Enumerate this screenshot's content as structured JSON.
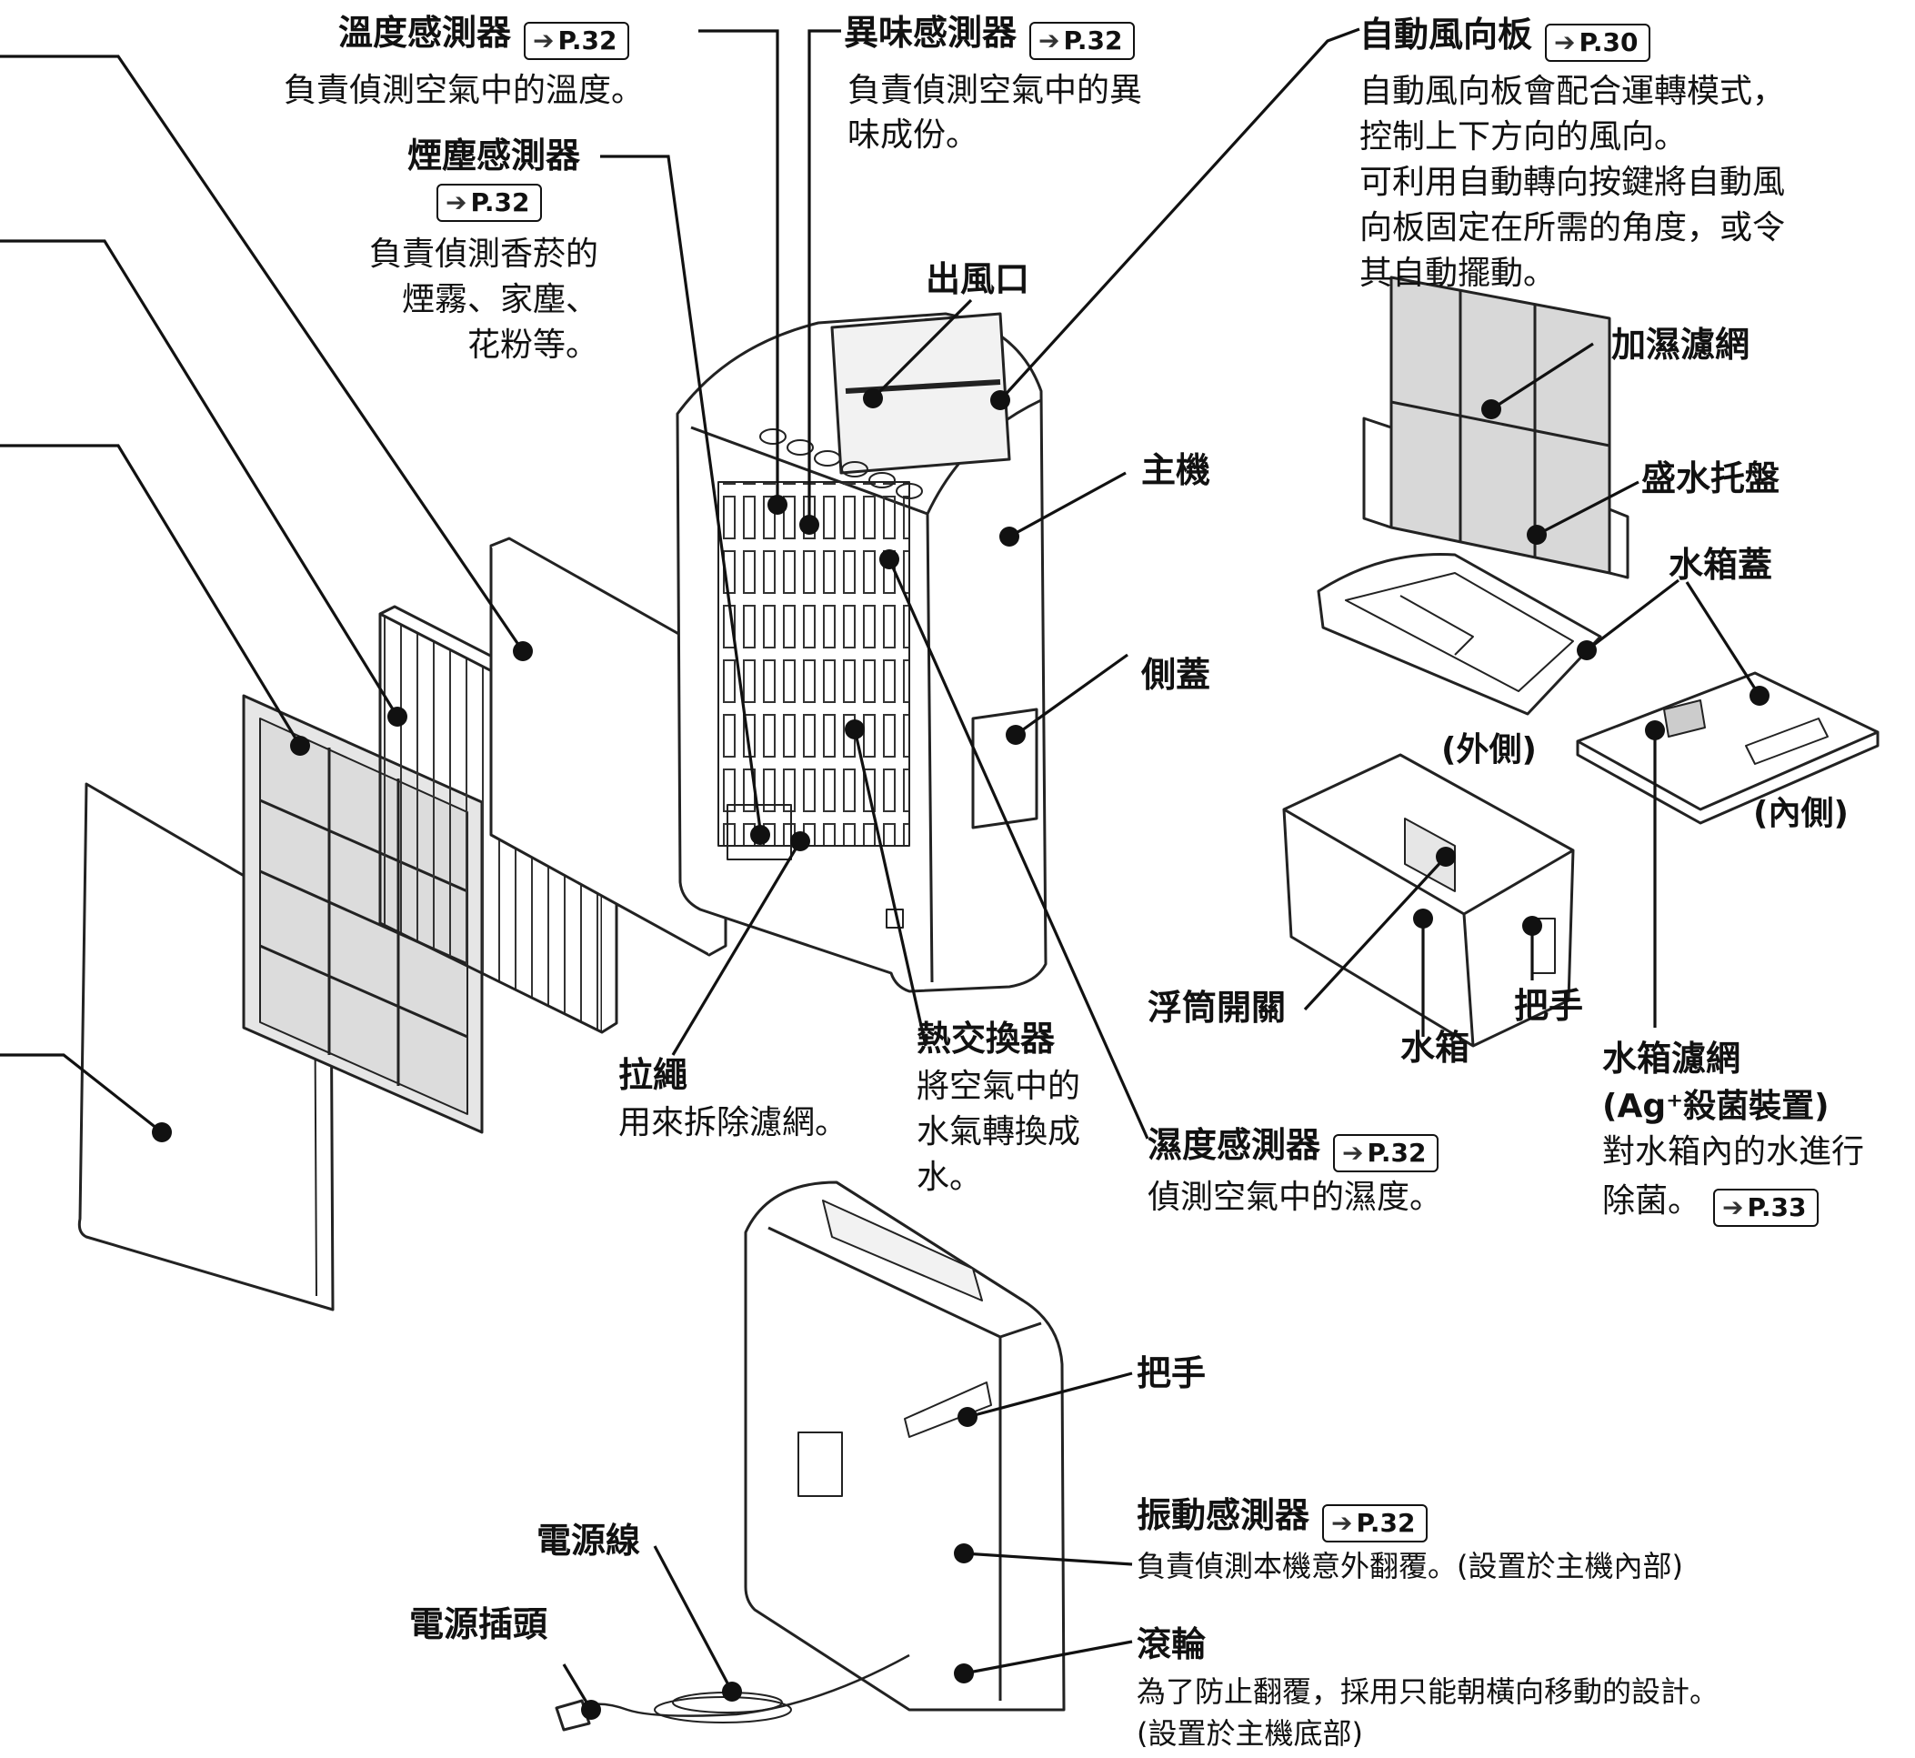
{
  "labels": {
    "temp_sensor": {
      "title": "溫度感測器",
      "ref": "P.32",
      "desc": "負責偵測空氣中的溫度。"
    },
    "odor_sensor": {
      "title": "異味感測器",
      "ref": "P.32",
      "desc1": "負責偵測空氣中的異",
      "desc2": "味成份。"
    },
    "dust_sensor": {
      "title": "煙塵感測器",
      "ref": "P.32",
      "desc1": "負責偵測香菸的",
      "desc2": "煙霧、家塵、",
      "desc3": "花粉等。"
    },
    "louver": {
      "title": "自動風向板",
      "ref": "P.30",
      "desc1": "自動風向板會配合運轉模式，",
      "desc2": "控制上下方向的風向。",
      "desc3": "可利用自動轉向按鍵將自動風",
      "desc4": "向板固定在所需的角度，或令",
      "desc5": "其自動擺動。"
    },
    "outlet": "出風口",
    "humid_filter": "加濕濾網",
    "main_unit": "主機",
    "water_tray": "盛水托盤",
    "tank_cover": "水箱蓋",
    "side_cover": "側蓋",
    "outside": "(外側)",
    "inside": "(內側)",
    "float_switch": "浮筒開關",
    "water_tank": "水箱",
    "handle_tank": "把手",
    "tank_filter": {
      "title": "水箱濾網",
      "desc1": "(Ag⁺殺菌裝置)",
      "desc2": "對水箱內的水進行",
      "desc3": "除菌。",
      "ref": "P.33"
    },
    "pull_cord": {
      "title": "拉繩",
      "desc": "用來拆除濾網。"
    },
    "heat_exchanger": {
      "title": "熱交換器",
      "desc1": "將空氣中的",
      "desc2": "水氣轉換成",
      "desc3": "水。"
    },
    "humidity_sensor": {
      "title": "濕度感測器",
      "ref": "P.32",
      "desc": "偵測空氣中的濕度。"
    },
    "handle_main": "把手",
    "vibration_sensor": {
      "title": "振動感測器",
      "ref": "P.32",
      "desc": "負責偵測本機意外翻覆。(設置於主機內部)"
    },
    "power_cord": "電源線",
    "power_plug": "電源插頭",
    "casters": {
      "title": "滾輪",
      "desc1": "為了防止翻覆，採用只能朝橫向移動的設計。",
      "desc2": "(設置於主機底部)"
    }
  }
}
